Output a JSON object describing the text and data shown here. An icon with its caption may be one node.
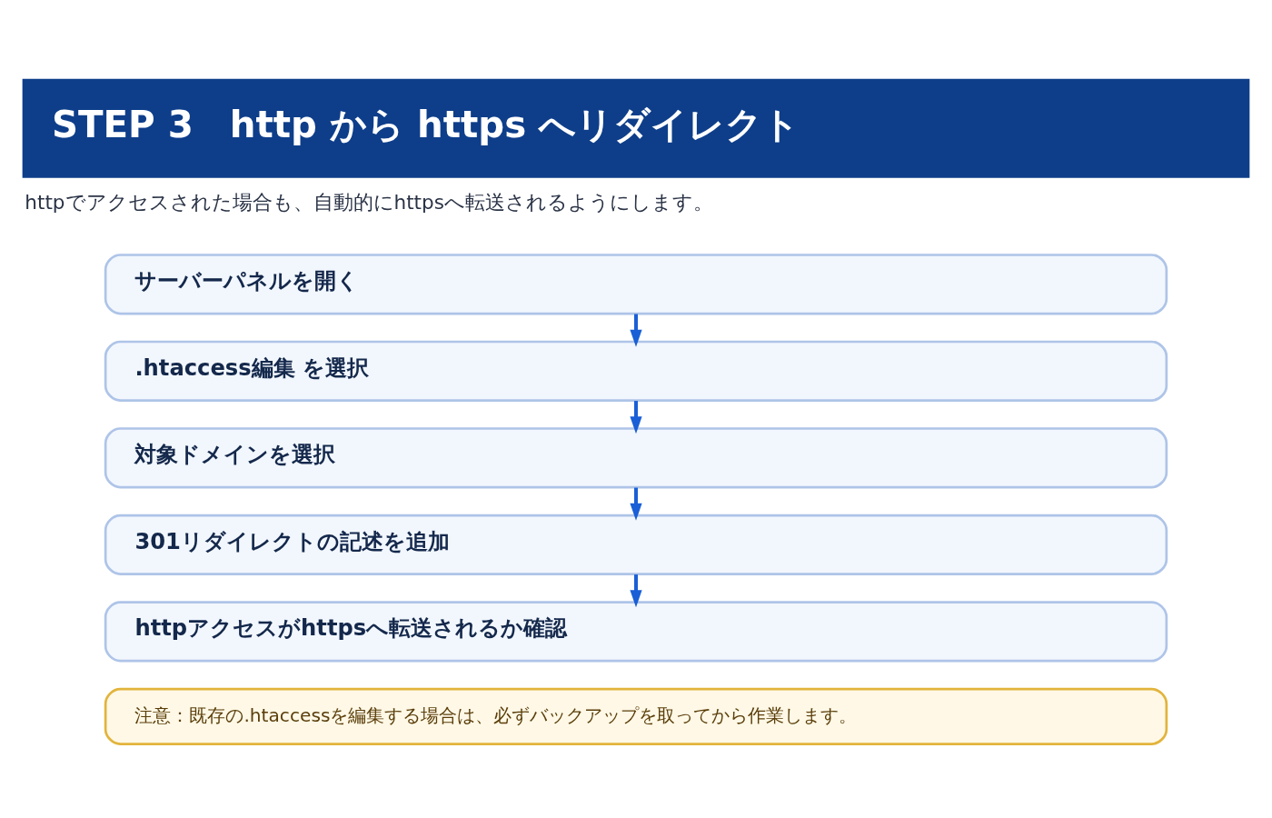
{
  "diagram": {
    "title": "STEP 3　http から https へリダイレクト",
    "nodes": [
      {
        "text": [
          "サーバーパネルを開く"
        ]
      },
      {
        "text": [
          ".htaccess編集 を選択"
        ]
      },
      {
        "text": [
          "対象ドメインを選択"
        ]
      },
      {
        "text": [
          "301リダイレクトの記述を追加"
        ]
      },
      {
        "text": [
          "httpアクセスがhttpsへ転送されるか確認"
        ]
      },
      {
        "text": [
          "注意：既存の.htaccessを編集する場合は、必ずバックアップを取ってから作業します。"
        ]
      }
    ],
    "edges": [
      {
        "from": 0,
        "to": 1,
        "arrow": "to"
      },
      {
        "from": 1,
        "to": 2,
        "arrow": "to"
      },
      {
        "from": 2,
        "to": 3,
        "arrow": "to"
      },
      {
        "from": 3,
        "to": 4,
        "arrow": "to"
      }
    ],
    "labels": [
      "httpでアクセスされた場合も、自動的にhttpsへ転送されるようにします。"
    ]
  }
}
